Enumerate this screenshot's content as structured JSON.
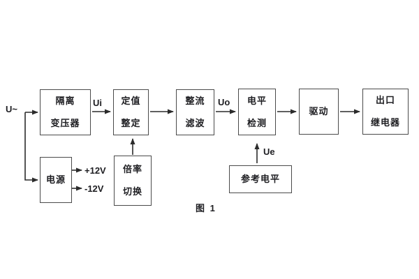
{
  "figure": {
    "caption": "图 1",
    "input_label": "U~",
    "signal_labels": {
      "ui": "Ui",
      "uo": "Uo",
      "ue": "Ue"
    },
    "power_rails": {
      "positive": "+12V",
      "negative": "-12V"
    },
    "blocks": {
      "isolation_transformer": "隔离\n变压器",
      "value_setting": "定值\n整定",
      "rectifier_filter": "整流\n滤波",
      "level_detection": "电平\n检测",
      "driver": "驱动",
      "output_relay": "出口\n继电器",
      "power_supply": "电源",
      "ratio_switch": "倍率\n切换",
      "reference_level": "参考电平"
    },
    "colors": {
      "background": "#ffffff",
      "box_border": "#4a4a4a",
      "line": "#2b2b2b",
      "text": "#1e1e22"
    }
  }
}
